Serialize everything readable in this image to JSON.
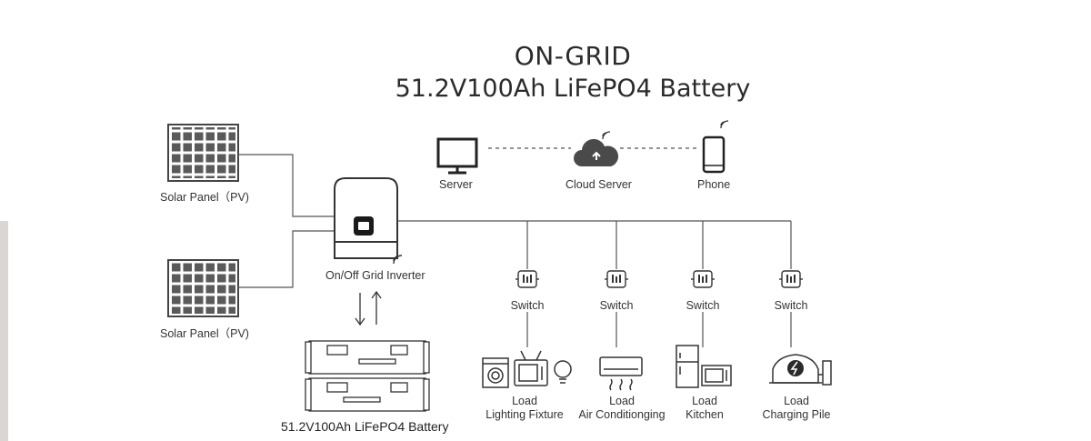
{
  "title": {
    "line1": "ON-GRID",
    "line2": "51.2V100Ah LiFePO4 Battery"
  },
  "solar_panels": [
    {
      "label": "Solar Panel（PV)"
    },
    {
      "label": "Solar Panel（PV)"
    }
  ],
  "inverter": {
    "label": "On/Off Grid Inverter"
  },
  "battery": {
    "label": "51.2V100Ah LiFePO4 Battery"
  },
  "network": {
    "server": "Server",
    "cloud": "Cloud Server",
    "phone": "Phone"
  },
  "branches": [
    {
      "switch": "Switch",
      "load": "Load",
      "name": "Lighting Fixture"
    },
    {
      "switch": "Switch",
      "load": "Load",
      "name": "Air Conditionging"
    },
    {
      "switch": "Switch",
      "load": "Load",
      "name": "Kitchen"
    },
    {
      "switch": "Switch",
      "load": "Load",
      "name": "Charging Pile"
    }
  ],
  "colors": {
    "line": "#555555",
    "panel_cell": "#5a5a5a",
    "text": "#333333"
  }
}
